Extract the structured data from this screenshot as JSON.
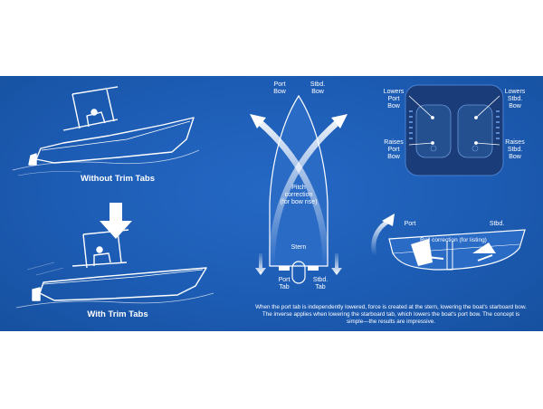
{
  "left": {
    "without_caption": "Without Trim Tabs",
    "with_caption": "With Trim Tabs"
  },
  "hull": {
    "port_bow": "Port\nBow",
    "stbd_bow": "Stbd.\nBow",
    "pitch": "Pitch\ncorrection\n(for bow rise)",
    "stern": "Stern",
    "port_tab": "Port\nTab",
    "stbd_tab": "Stbd.\nTab"
  },
  "controller": {
    "lowers_port": "Lowers\nPort\nBow",
    "lowers_stbd": "Lowers\nStbd.\nBow",
    "raises_port": "Raises\nPort\nBow",
    "raises_stbd": "Raises\nStbd.\nBow"
  },
  "roll": {
    "port": "Port",
    "stbd": "Stbd.",
    "roll_label": "Roll correction (for listing)"
  },
  "description": "When the port tab is independently lowered, force is created at the stern, lowering the boat's starboard bow. The inverse applies when lowering the starboard tab, which lowers the boat's port bow. The concept is simple—the results are impressive.",
  "colors": {
    "background": "#1d5cb4",
    "foreground": "#ffffff",
    "controller": "#1a3c78"
  }
}
